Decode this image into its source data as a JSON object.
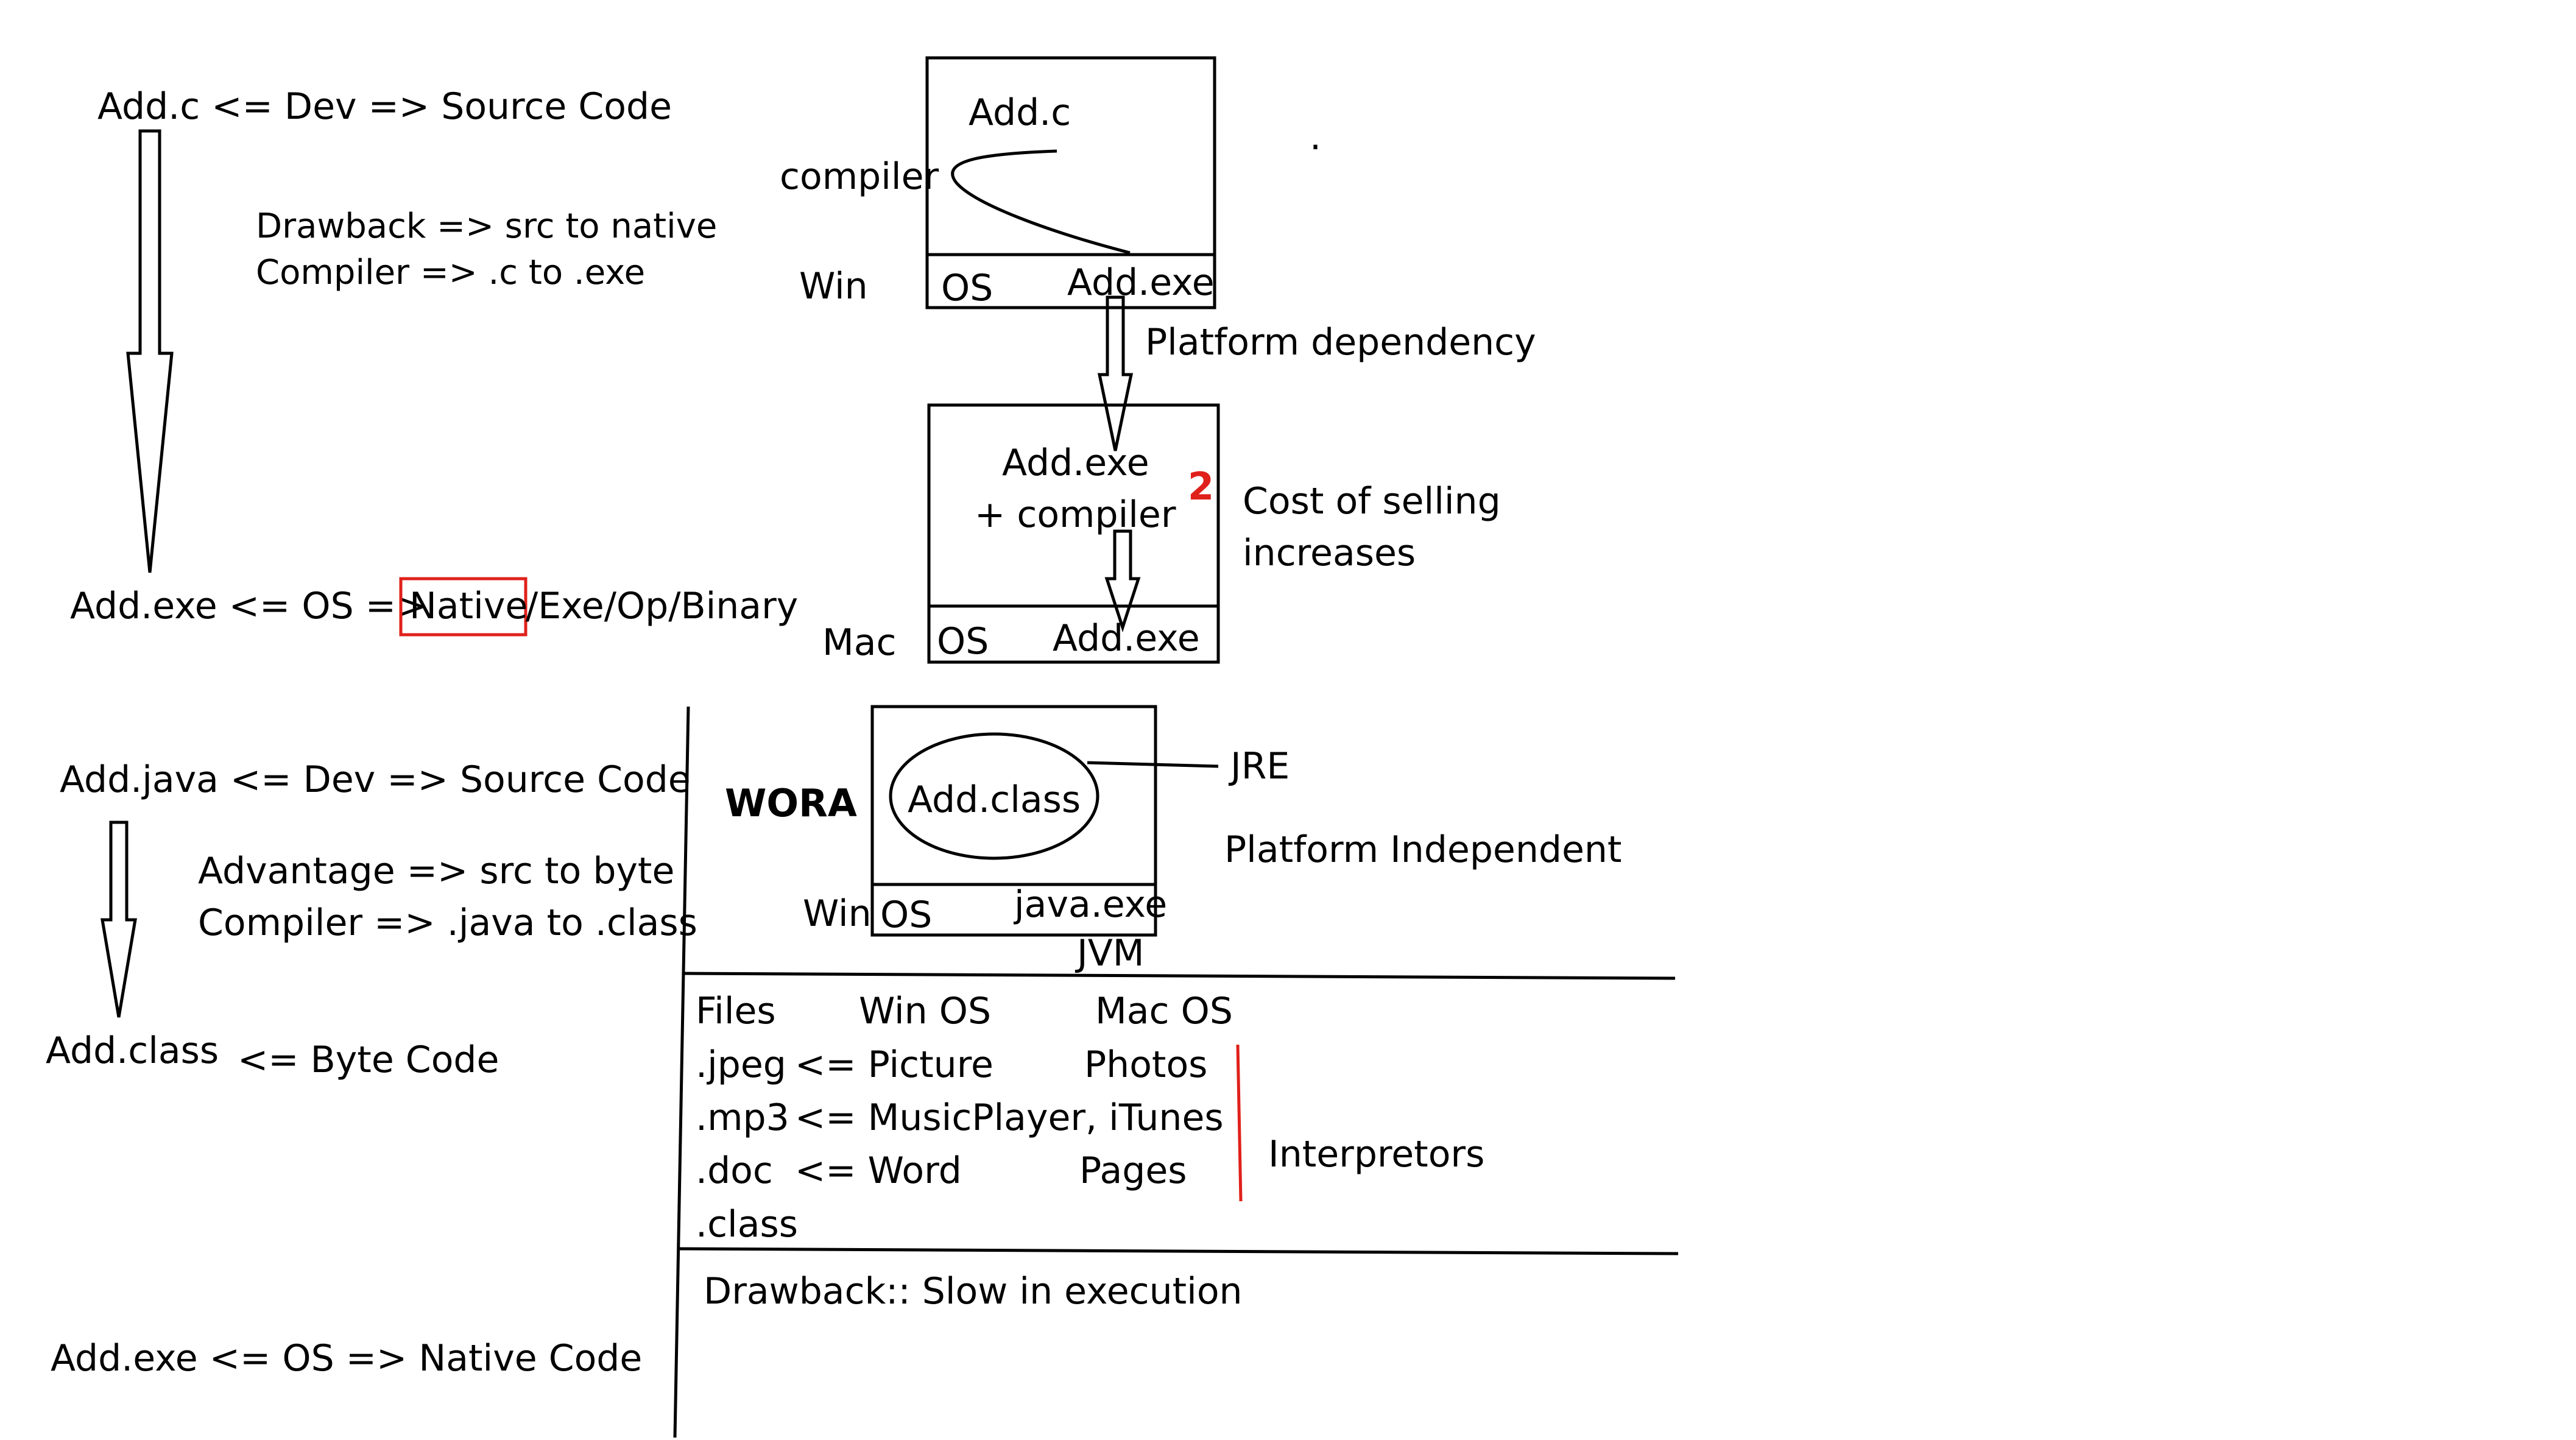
{
  "c_section": {
    "source_line": "Add.c   <= Dev => Source Code",
    "drawback_line1": "Drawback => src to native",
    "drawback_line2": "Compiler => .c to .exe",
    "native_prefix": "Add.exe <= OS =>",
    "native_boxed": "Native",
    "native_suffix": "/Exe/Op/Binary"
  },
  "win_box": {
    "file": "Add.c",
    "compiler_label": "compiler",
    "platform": "Win",
    "os": "OS",
    "exe": "Add.exe",
    "dot": "."
  },
  "platform_dependency": "Platform dependency",
  "mac_box": {
    "line1": "Add.exe",
    "line2": "+ compiler",
    "marker": "2",
    "cost_line1": "Cost of selling",
    "cost_line2": "increases",
    "platform": "Mac",
    "os": "OS",
    "exe": "Add.exe"
  },
  "java_section": {
    "source_line": "Add.java <= Dev => Source Code",
    "advantage_line1": "Advantage => src to byte",
    "advantage_line2": "Compiler => .java to .class",
    "class_label": "Add.class",
    "byte_code": "<= Byte Code",
    "native_line": "Add.exe <= OS => Native Code"
  },
  "jre_box": {
    "wora": "WORA",
    "class_oval": "Add.class",
    "jre": "JRE",
    "platform_independent": "Platform Independent",
    "platform": "Win",
    "os": "OS",
    "java_exe": "java.exe",
    "jvm": "JVM"
  },
  "files_table": {
    "headers": [
      "Files",
      "Win OS",
      "Mac OS"
    ],
    "rows": [
      {
        "file": ".jpeg",
        "win": "<= Picture",
        "mac": "Photos"
      },
      {
        "file": ".mp3",
        "win": "<= MusicPlayer, iTunes",
        "mac": ""
      },
      {
        "file": ".doc",
        "win": "<= Word",
        "mac": "Pages"
      },
      {
        "file": ".class",
        "win": "",
        "mac": ""
      }
    ],
    "interpretors": "Interpretors"
  },
  "drawback_slow": "Drawback:: Slow in execution",
  "colors": {
    "ink": "#000000",
    "highlight": "#e0201a"
  }
}
